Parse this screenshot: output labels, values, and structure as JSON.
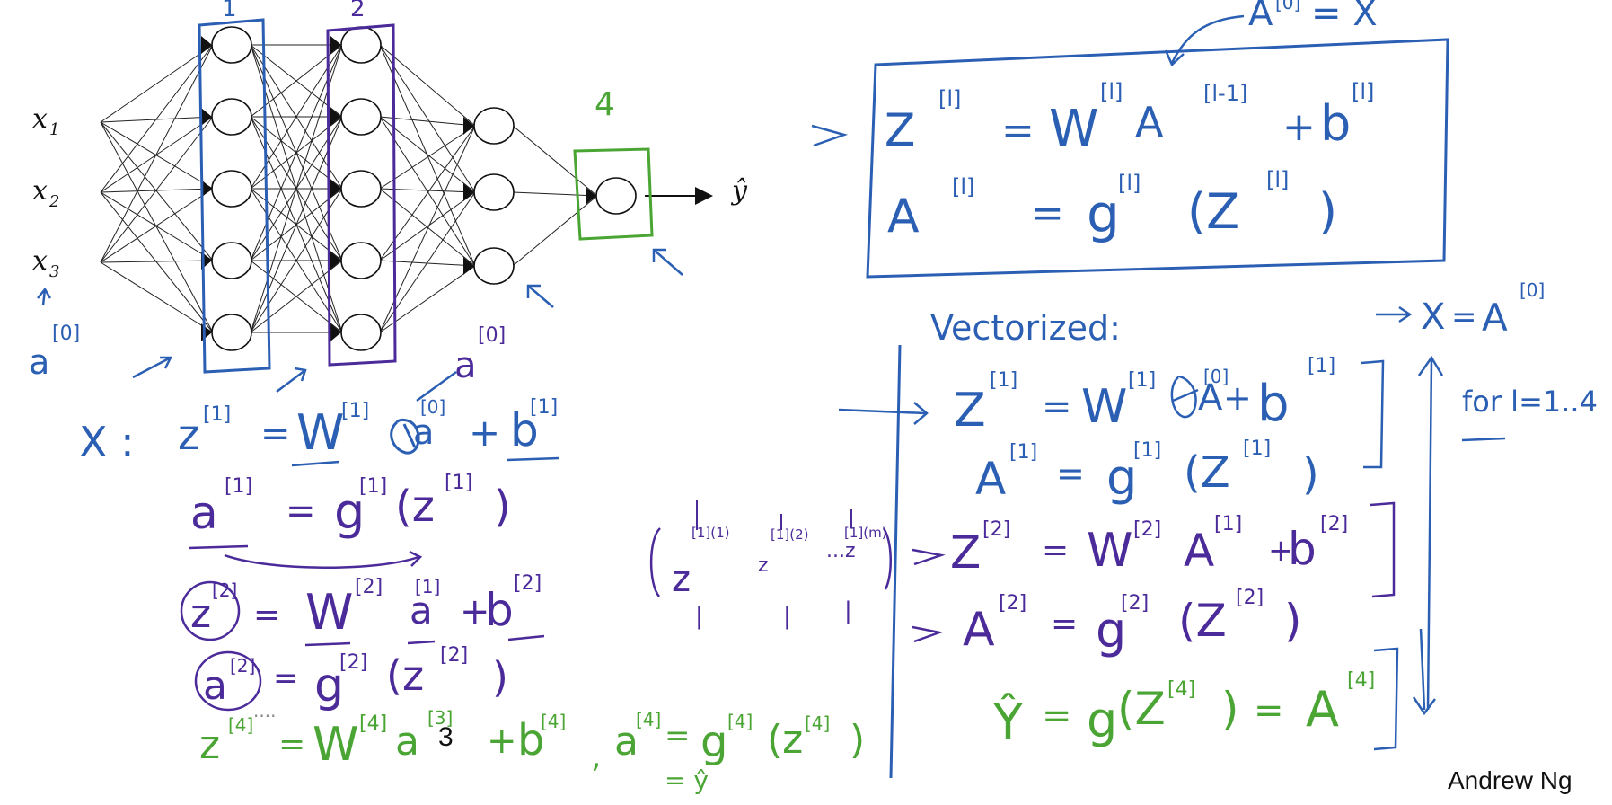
{
  "inputs": [
    "x",
    "x",
    "x"
  ],
  "input_subscripts": [
    "1",
    "2",
    "3"
  ],
  "output_label": "ŷ",
  "layer_number_top": "1",
  "layer2_number_top": "2",
  "output_layer_number": "4",
  "a0_label": "a",
  "a0_sup": "[0]",
  "a0_label_2": "a",
  "a0_sup_2": "[0]",
  "top_annotation": {
    "lhs": "A",
    "sup": "[0]",
    "rhs": "= X"
  },
  "box_equations": {
    "z_line": {
      "lhs": "Z",
      "lhs_sup": "[l]",
      "eq": "=",
      "w": "W",
      "w_sup": "[l]",
      "a": "A",
      "a_sup": "[l-1]",
      "plus": "+",
      "b": "b",
      "b_sup": "[l]"
    },
    "a_line": {
      "lhs": "A",
      "lhs_sup": "[l]",
      "eq": "=",
      "g": "g",
      "g_sup": "[l]",
      "arg": "(Z",
      "arg_sup": "[l]",
      "close": ")"
    }
  },
  "left_equations": {
    "x_colon": "X :",
    "line1": {
      "lhs": "z",
      "lhs_sup": "[1]",
      "eq": "=",
      "w": "W",
      "w_sup": "[1]",
      "a": "a",
      "a_sup": "[0]",
      "plus": "+",
      "b": "b",
      "b_sup": "[1]"
    },
    "line2": {
      "lhs": "a",
      "lhs_sup": "[1]",
      "eq": "=",
      "g": "g",
      "g_sup": "[1]",
      "arg": "(z",
      "arg_sup": "[1]",
      "close": ")"
    },
    "line3": {
      "lhs": "z",
      "lhs_sup": "[2]",
      "eq": "=",
      "w": "W",
      "w_sup": "[2]",
      "a": "a",
      "a_sup": "[1]",
      "plus": "+",
      "b": "b",
      "b_sup": "[2]"
    },
    "line4": {
      "lhs": "a",
      "lhs_sup": "[2]",
      "eq": "=",
      "g": "g",
      "g_sup": "[2]",
      "arg": "(z",
      "arg_sup": "[2]",
      "close": ")"
    },
    "dots": "....",
    "line5": {
      "lhs": "z",
      "lhs_sup": "[4]",
      "eq": "=",
      "w": "W",
      "w_sup": "[4]",
      "a": "a",
      "a_sup": "[3]",
      "plus": "+",
      "b": "b",
      "b_sup": "[4]",
      "comma": ",",
      "a4": "a",
      "a4_sup": "[4]",
      "eq2": "=",
      "g": "g",
      "g_sup": "[4]",
      "arg": "(z",
      "arg_sup": "[4]",
      "close": ")"
    },
    "yhat_under": "= ŷ"
  },
  "matrix": {
    "z": "z",
    "col_sups": [
      "[1](1)",
      "[1](2)",
      "[1](m)"
    ],
    "middle_z": "z",
    "dots": "...z",
    "bars": [
      "|",
      "|",
      "|"
    ]
  },
  "vectorized": {
    "title": "Vectorized:",
    "top_right": {
      "x": "X",
      "eq": "=",
      "a": "A",
      "sup": "[0]"
    },
    "for_loop": "for l=1..4",
    "line1": {
      "lhs": "Z",
      "lhs_sup": "[1]",
      "eq": "=",
      "w": "W",
      "w_sup": "[1]",
      "a": "A",
      "a_sup": "[0]",
      "plus": "+",
      "b": "b",
      "b_sup": "[1]"
    },
    "line2": {
      "lhs": "A",
      "lhs_sup": "[1]",
      "eq": "=",
      "g": "g",
      "g_sup": "[1]",
      "arg": "(Z",
      "arg_sup": "[1]",
      "close": ")"
    },
    "line3": {
      "lhs": "Z",
      "lhs_sup": "[2]",
      "eq": "=",
      "w": "W",
      "w_sup": "[2]",
      "a": "A",
      "a_sup": "[1]",
      "plus": "+",
      "b": "b",
      "b_sup": "[2]"
    },
    "line4": {
      "lhs": "A",
      "lhs_sup": "[2]",
      "eq": "=",
      "g": "g",
      "g_sup": "[2]",
      "arg": "(Z",
      "arg_sup": "[2]",
      "close": ")"
    },
    "line5": {
      "lhs": "Ŷ",
      "eq": "=",
      "g": "g",
      "arg": "(Z",
      "arg_sup": "[4]",
      "close": ")",
      "eq2": "=",
      "a": "A",
      "a_sup": "[4]"
    }
  },
  "page_number": "3",
  "author": "Andrew Ng",
  "colors": {
    "blue": "#2b5fb3",
    "purple": "#4b2a9a",
    "green": "#4aa534",
    "dark_blue": "#1f3f8f",
    "black": "#111111"
  }
}
